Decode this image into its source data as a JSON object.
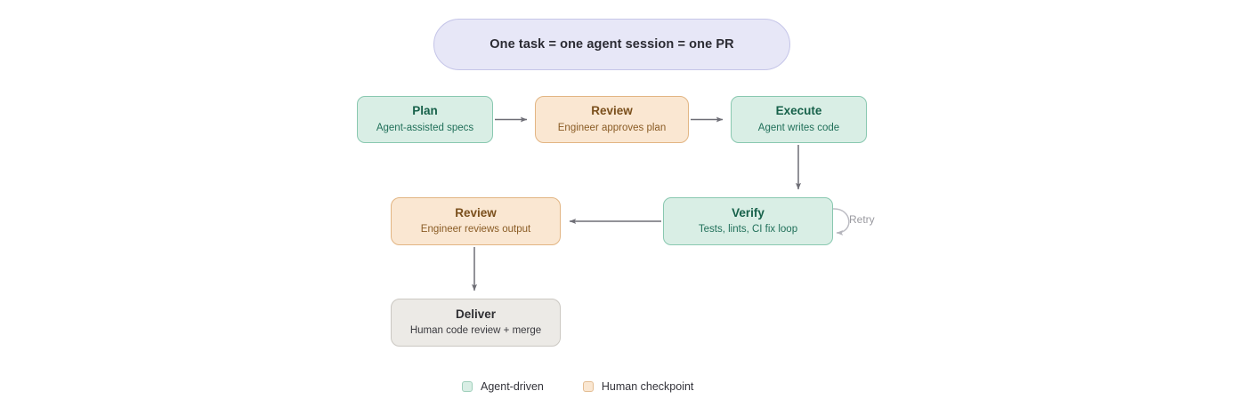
{
  "banner": {
    "label": "One task = one agent session = one PR"
  },
  "nodes": [
    {
      "id": "plan",
      "title": "Plan",
      "subtitle": "Agent-assisted specs",
      "kind": "agent"
    },
    {
      "id": "review1",
      "title": "Review",
      "subtitle": "Engineer approves plan",
      "kind": "human"
    },
    {
      "id": "execute",
      "title": "Execute",
      "subtitle": "Agent writes code",
      "kind": "agent"
    },
    {
      "id": "review2",
      "title": "Review",
      "subtitle": "Engineer reviews output",
      "kind": "human"
    },
    {
      "id": "verify",
      "title": "Verify",
      "subtitle": "Tests, lints, CI fix loop",
      "kind": "agent"
    },
    {
      "id": "deliver",
      "title": "Deliver",
      "subtitle": "Human code review + merge",
      "kind": "neutral"
    }
  ],
  "edges": {
    "retry_label": "Retry"
  },
  "legend": {
    "items": [
      {
        "label": "Agent-driven",
        "swatch": "agent"
      },
      {
        "label": "Human checkpoint",
        "swatch": "human"
      }
    ]
  },
  "colors": {
    "agent_fill": "#d9eee5",
    "agent_border": "#89c8b0",
    "agent_text": "#17614a",
    "human_fill": "#fae7d2",
    "human_border": "#e2b583",
    "human_text": "#7a4f1c",
    "neutral_fill": "#eceae6",
    "neutral_border": "#cbc8c2",
    "banner_fill": "#e7e7f7",
    "banner_border": "#c5c5e8",
    "arrow": "#6e6e76",
    "retry_stroke": "#bdbdc4"
  }
}
